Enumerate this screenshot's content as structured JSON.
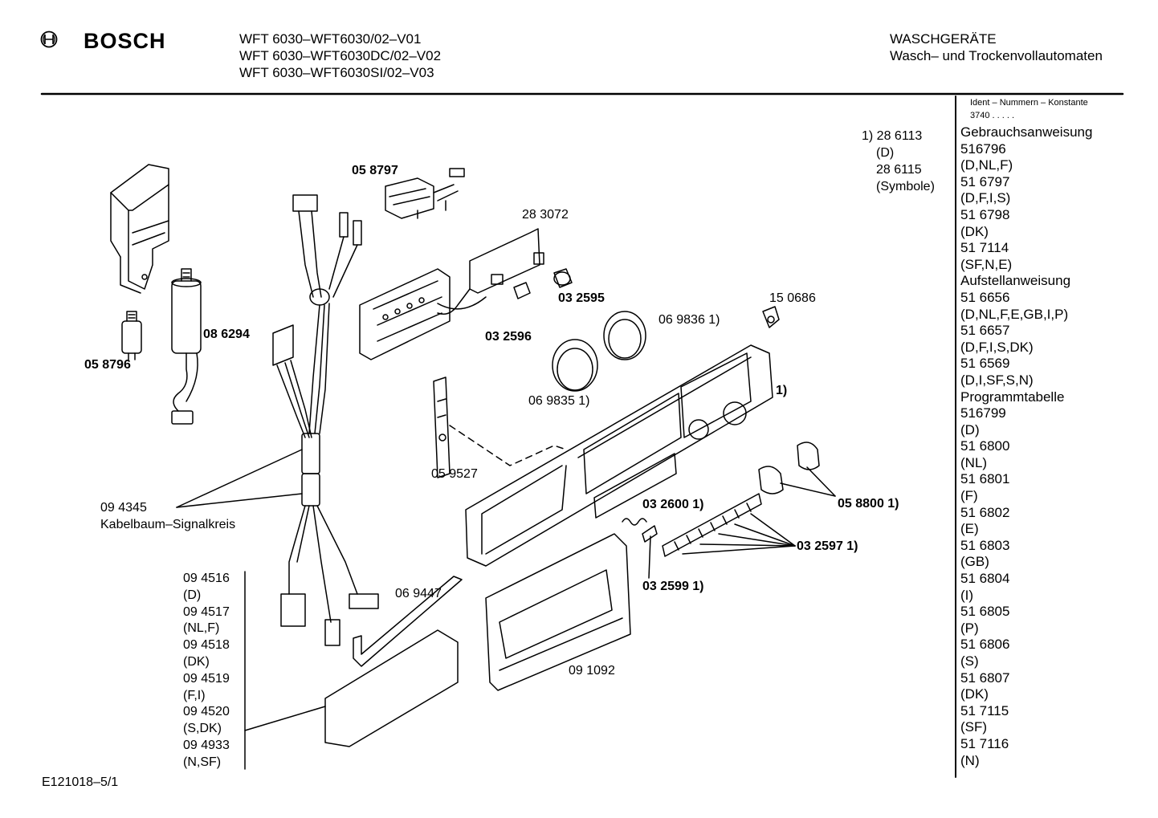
{
  "header": {
    "brand": "BOSCH",
    "models": [
      "WFT 6030–WFT6030/02–V01",
      "WFT 6030–WFT6030DC/02–V02",
      "WFT 6030–WFT6030SI/02–V03"
    ],
    "category": "WASCHGERÄTE",
    "subcategory": "Wasch– und Trockenvollautomaten"
  },
  "footer": {
    "code": "E121018–5/1"
  },
  "side_panel": {
    "title": "Ident – Nummern – Konstante",
    "constant": "3740 . . . . .",
    "items": [
      "Gebrauchsanweisung",
      "516796",
      "(D,NL,F)",
      "51 6797",
      "(D,F,I,S)",
      "51 6798",
      "(DK)",
      "51 7114",
      "(SF,N,E)",
      "Aufstellanweisung",
      "51 6656",
      "(D,NL,F,E,GB,I,P)",
      "51 6657",
      "(D,F,I,S,DK)",
      "51 6569",
      "(D,I,SF,S,N)",
      "Programmtabelle",
      "516799",
      "(D)",
      "51 6800",
      "(NL)",
      "51 6801",
      "(F)",
      "51 6802",
      "(E)",
      "51 6803",
      "(GB)",
      "51 6804",
      "(I)",
      "51 6805",
      "(P)",
      "51 6806",
      "(S)",
      "51 6807",
      "(DK)",
      "51 7115",
      "(SF)",
      "51 7116",
      "(N)"
    ]
  },
  "note_block": [
    "1) 28 6113",
    "(D)",
    "28 6115",
    "(Symbole)"
  ],
  "cable_list": [
    "09 4516",
    "(D)",
    "09 4517",
    "(NL,F)",
    "09 4518",
    "(DK)",
    "09 4519",
    "(F,I)",
    "09 4520",
    "(S,DK)",
    "09 4933",
    "(N,SF)"
  ],
  "parts": {
    "p058797": "05 8797",
    "p283072": "28 3072",
    "p086294": "08 6294",
    "p058796": "05 8796",
    "p032595": "03 2595",
    "p032596": "03 2596",
    "p150686": "15 0686",
    "p069836": "06 9836 1)",
    "p069835": "06 9835 1)",
    "p1": "1)",
    "p059527": "05 9527",
    "p094345": "09 4345",
    "p094345b": "Kabelbaum–Signalkreis",
    "p032600": "03 2600 1)",
    "p058800": "05 8800 1)",
    "p032597": "03 2597 1)",
    "p032599": "03 2599 1)",
    "p069447": "06 9447",
    "p091092": "09 1092"
  }
}
